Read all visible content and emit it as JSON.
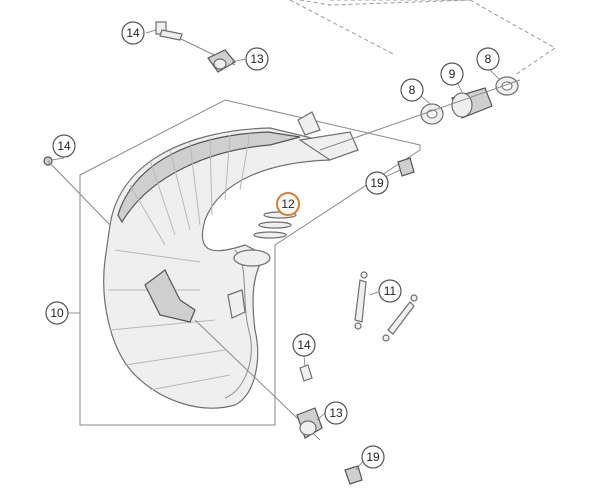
{
  "callouts": {
    "c14_top": "14",
    "c13_top": "13",
    "c8_left": "8",
    "c9": "9",
    "c8_right": "8",
    "c14_left": "14",
    "c19_top": "19",
    "c12": "12",
    "c11": "11",
    "c10": "10",
    "c14_bottom": "14",
    "c13_bottom": "13",
    "c19_bottom": "19"
  },
  "highlight_color": "#e07a2a"
}
